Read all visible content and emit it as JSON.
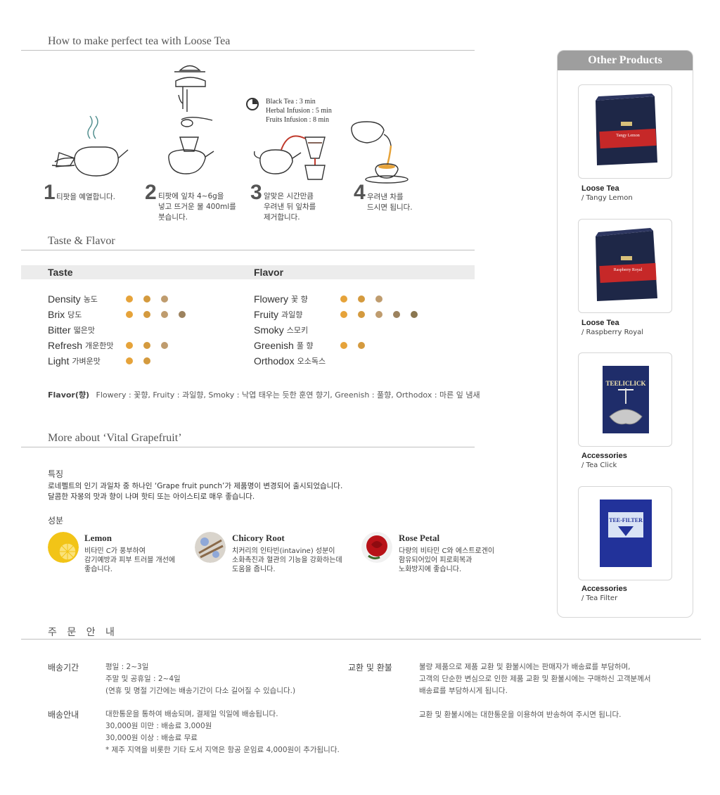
{
  "how_to": {
    "title": "How to make perfect tea with Loose Tea",
    "steps": [
      {
        "num": "1",
        "text": "티팟을 예열합니다."
      },
      {
        "num": "2",
        "text": "티팟에 잎차 4~6g을\n넣고 뜨거운 물 400ml를\n붓습니다."
      },
      {
        "num": "3",
        "text": "알맞은 시간만큼\n우려낸 뒤 잎차를\n제거합니다."
      },
      {
        "num": "4",
        "text": "우려낸 차를\n드시면 됩니다."
      }
    ],
    "timer": [
      "Black Tea : 3 min",
      "Herbal Infusion : 5 min",
      "Fruits Infusion : 8 min"
    ]
  },
  "taste_flavor": {
    "title": "Taste & Flavor",
    "taste_header": "Taste",
    "flavor_header": "Flavor",
    "taste": [
      {
        "label": "Density",
        "sub": "농도",
        "level": 3
      },
      {
        "label": "Brix",
        "sub": "당도",
        "level": 4
      },
      {
        "label": "Bitter",
        "sub": "떫은맛",
        "level": 0
      },
      {
        "label": "Refresh",
        "sub": "개운한맛",
        "level": 3
      },
      {
        "label": "Light",
        "sub": "가벼운맛",
        "level": 2
      }
    ],
    "flavor": [
      {
        "label": "Flowery",
        "sub": "꽃 향",
        "level": 3
      },
      {
        "label": "Fruity",
        "sub": "과일향",
        "level": 5
      },
      {
        "label": "Smoky",
        "sub": "스모키",
        "level": 0
      },
      {
        "label": "Greenish",
        "sub": "풀 향",
        "level": 2
      },
      {
        "label": "Orthodox",
        "sub": "오소독스",
        "level": 0
      }
    ],
    "dot_colors": [
      "#e6a33a",
      "#d49a3e",
      "#bf9c6e",
      "#9c825e",
      "#8a7650"
    ],
    "note_label": "Flavor(향)",
    "note_text": "Flowery : 꽃향, Fruity : 과일향, Smoky : 낙엽 태우는 듯한 훈연 향기, Greenish : 풀향, Orthodox : 마른 잎 냄새"
  },
  "more_about": {
    "title": "More about ‘Vital Grapefruit’",
    "feature_title": "특징",
    "feature_lines": [
      "로네펠트의 인기 과일차 중 하나인 ‘Grape fruit punch’가 제품명이 변경되어 출시되었습니다.",
      "달콤한 자몽의 맛과 향이 나며 핫티 또는 아이스티로 매우 좋습니다."
    ],
    "ingredients_title": "성분",
    "ingredients": [
      {
        "name": "Lemon",
        "icon": "lemon-icon",
        "lines": [
          "비타민 C가 풍부하여",
          "감기예방과 피부 트러블 개선에",
          "좋습니다."
        ]
      },
      {
        "name": "Chicory Root",
        "icon": "chicory-icon",
        "lines": [
          "치커리의 인타빈(intavine) 성분이",
          "소화촉진과 혈관의 기능을 강화하는데",
          "도움을 줍니다."
        ]
      },
      {
        "name": "Rose Petal",
        "icon": "rose-icon",
        "lines": [
          "다량의 비타민 C와 에스트로겐이",
          "함유되어있어 피로회복과",
          "노화방지에 좋습니다."
        ]
      }
    ]
  },
  "order": {
    "title": "주 문 안 내",
    "shipping_period_label": "배송기간",
    "shipping_period_lines": [
      "평일 : 2~3일",
      "주말 및 공휴일 : 2~4일",
      "(연휴 및 명절 기간에는 배송기간이 다소 길어질 수 있습니다.)"
    ],
    "shipping_info_label": "배송안내",
    "shipping_info_lines": [
      "대한통운을 통하여 배송되며, 결제일 익일에 배송됩니다.",
      "30,000원 미만 : 배송료 3,000원",
      "30,000원 이상 : 배송료 무료",
      "* 제주 지역을 비롯한 기타 도서 지역은 항공 운임료 4,000원이 추가됩니다."
    ],
    "exchange_label": "교환 및 환불",
    "exchange_lines": [
      "불량 제품으로 제품 교환 및 환불시에는 판매자가 배송료를 부담하며,",
      "고객의 단순한 변심으로 인한 제품 교환 및 환불시에는 구매하신 고객분께서",
      "배송료를 부담하시게 됩니다."
    ],
    "exchange_note": "교환 및 환불시에는 대한통운을 이용하여 반송하여 주시면 됩니다."
  },
  "sidebar": {
    "title": "Other Products",
    "products": [
      {
        "category": "Loose Tea",
        "name": "/ Tangy Lemon",
        "label": "Tangy Lemon"
      },
      {
        "category": "Loose Tea",
        "name": "/ Raspberry Royal",
        "label": "Raspberry Royal"
      },
      {
        "category": "Accessories",
        "name": "/ Tea Click",
        "label": "TEELICLICK"
      },
      {
        "category": "Accessories",
        "name": "/ Tea Filter",
        "label": "TEE-FILTER"
      }
    ]
  }
}
